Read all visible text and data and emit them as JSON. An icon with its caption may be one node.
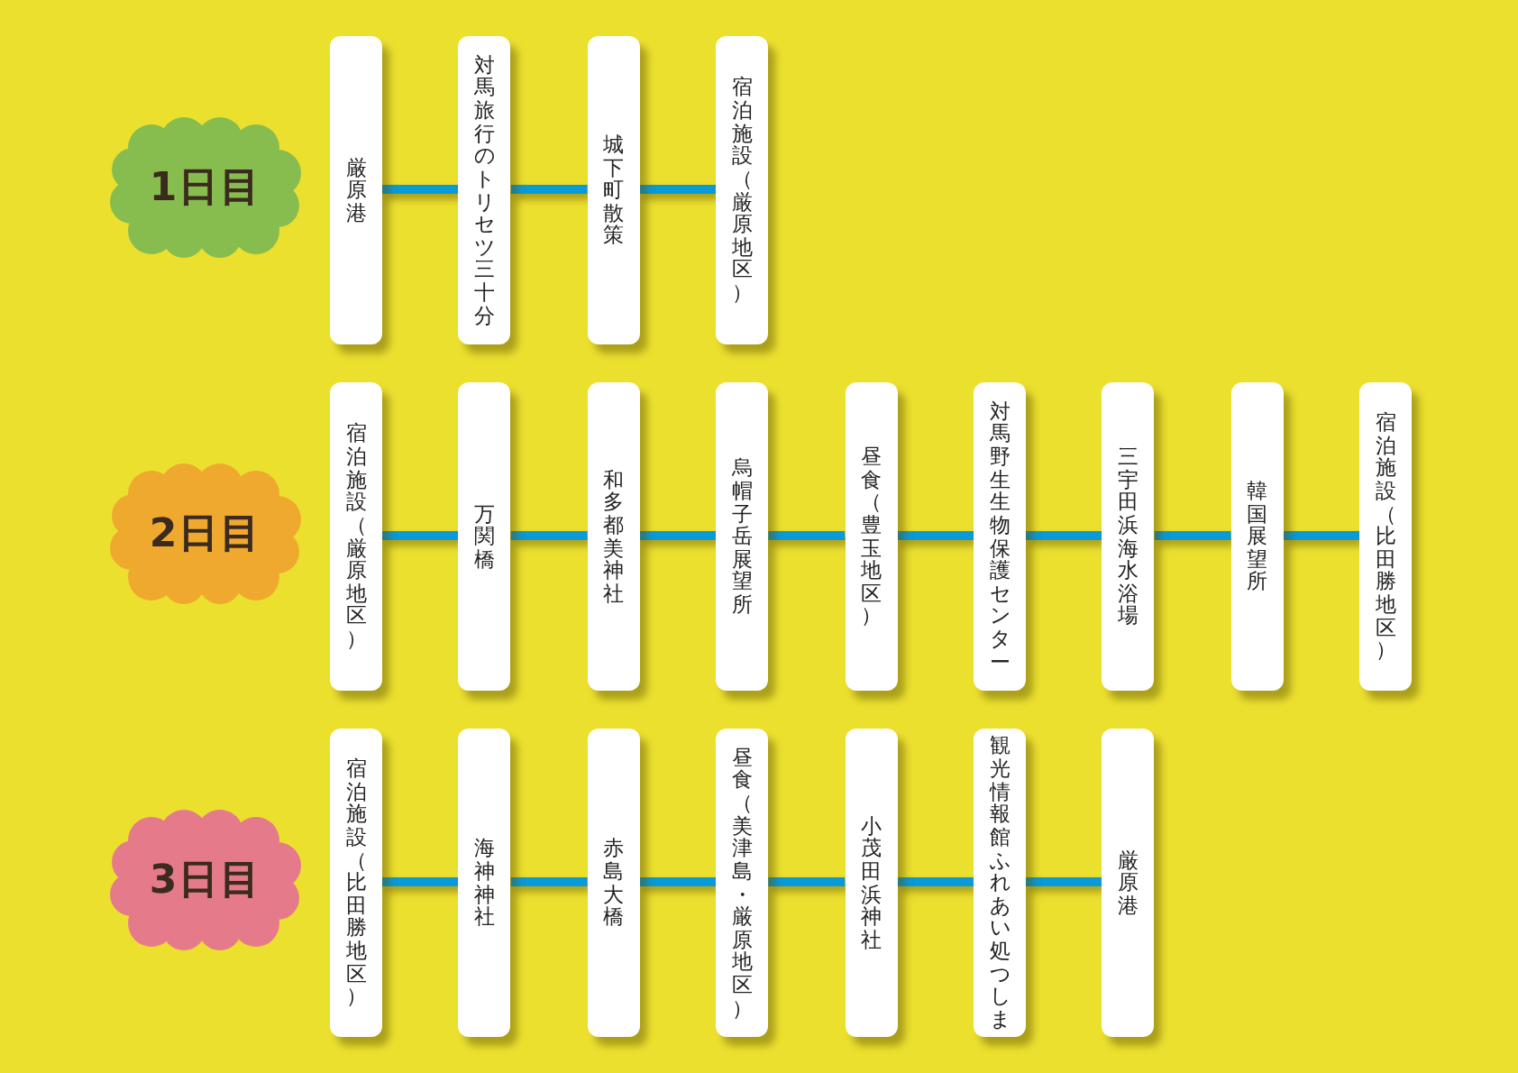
{
  "diagram": {
    "nodes": [
      {
        "text": [
          "1日目"
        ]
      },
      {
        "text": [
          "厳原港"
        ]
      },
      {
        "text": [
          "対馬旅行のトリセツ三十分"
        ]
      },
      {
        "text": [
          "城下町散策"
        ]
      },
      {
        "text": [
          "宿泊施設（厳原地区）"
        ]
      },
      {
        "text": [
          "2日目"
        ]
      },
      {
        "text": [
          "宿泊施設（厳原地区）"
        ]
      },
      {
        "text": [
          "万関橋"
        ]
      },
      {
        "text": [
          "和多都美神社"
        ]
      },
      {
        "text": [
          "烏帽子岳展望所"
        ]
      },
      {
        "text": [
          "昼食（豊玉地区）"
        ]
      },
      {
        "text": [
          "対馬野生生物保護センター"
        ]
      },
      {
        "text": [
          "三宇田浜海水浴場"
        ]
      },
      {
        "text": [
          "韓国展望所"
        ]
      },
      {
        "text": [
          "宿泊施設（比田勝地区）"
        ]
      },
      {
        "text": [
          "3日目"
        ]
      },
      {
        "text": [
          "宿泊施設（比田勝地区）"
        ]
      },
      {
        "text": [
          "海神神社"
        ]
      },
      {
        "text": [
          "赤島大橋"
        ]
      },
      {
        "text": [
          "昼食（美津島・厳原地区）"
        ]
      },
      {
        "text": [
          "小茂田浜神社"
        ]
      },
      {
        "text": [
          "観光情報館ふれあい処つしま"
        ]
      },
      {
        "text": [
          "厳原港"
        ]
      }
    ],
    "edges": [
      {
        "from": 1,
        "to": 2,
        "arrow": "none"
      },
      {
        "from": 2,
        "to": 3,
        "arrow": "none"
      },
      {
        "from": 3,
        "to": 4,
        "arrow": "none"
      },
      {
        "from": 6,
        "to": 7,
        "arrow": "none"
      },
      {
        "from": 7,
        "to": 8,
        "arrow": "none"
      },
      {
        "from": 8,
        "to": 9,
        "arrow": "none"
      },
      {
        "from": 9,
        "to": 10,
        "arrow": "none"
      },
      {
        "from": 10,
        "to": 11,
        "arrow": "none"
      },
      {
        "from": 11,
        "to": 12,
        "arrow": "none"
      },
      {
        "from": 12,
        "to": 13,
        "arrow": "none"
      },
      {
        "from": 13,
        "to": 14,
        "arrow": "none"
      },
      {
        "from": 16,
        "to": 17,
        "arrow": "none"
      },
      {
        "from": 17,
        "to": 18,
        "arrow": "none"
      },
      {
        "from": 18,
        "to": 19,
        "arrow": "none"
      },
      {
        "from": 19,
        "to": 20,
        "arrow": "none"
      },
      {
        "from": 20,
        "to": 21,
        "arrow": "none"
      },
      {
        "from": 21,
        "to": 22,
        "arrow": "none"
      }
    ]
  }
}
